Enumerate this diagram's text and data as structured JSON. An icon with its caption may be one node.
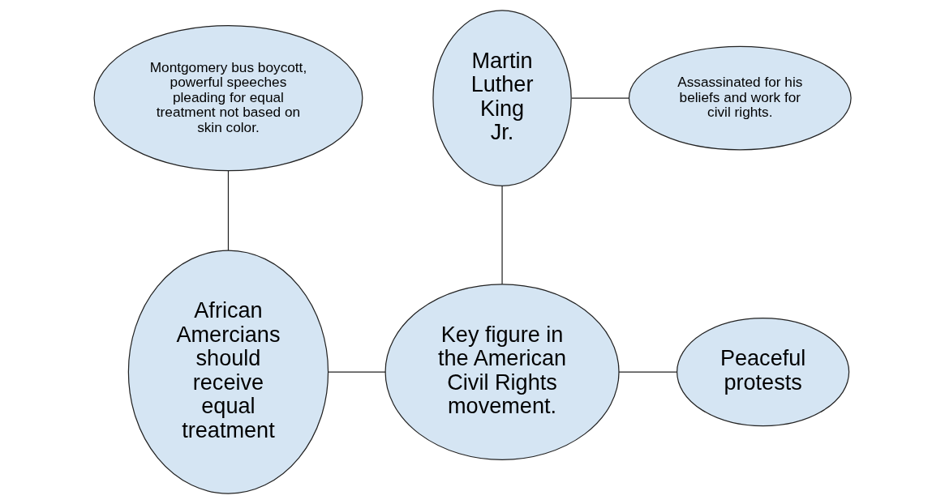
{
  "diagram": {
    "nodes": [
      {
        "text": [
          "Montgomery bus boycott, powerful speeches pleading for equal treatment not based on skin color."
        ]
      },
      {
        "text": [
          "Martin Luther King Jr."
        ]
      },
      {
        "text": [
          "Assassinated for his beliefs and work for civil rights."
        ]
      },
      {
        "text": [
          "African Amercians should receive equal treatment"
        ]
      },
      {
        "text": [
          "Key figure in the American Civil Rights movement."
        ]
      },
      {
        "text": [
          "Peaceful protests"
        ]
      }
    ],
    "edges": [
      {
        "from": 0,
        "to": 3,
        "arrow": "none"
      },
      {
        "from": 1,
        "to": 2,
        "arrow": "none"
      },
      {
        "from": 1,
        "to": 4,
        "arrow": "none"
      },
      {
        "from": 3,
        "to": 4,
        "arrow": "none"
      },
      {
        "from": 4,
        "to": 5,
        "arrow": "none"
      }
    ]
  }
}
